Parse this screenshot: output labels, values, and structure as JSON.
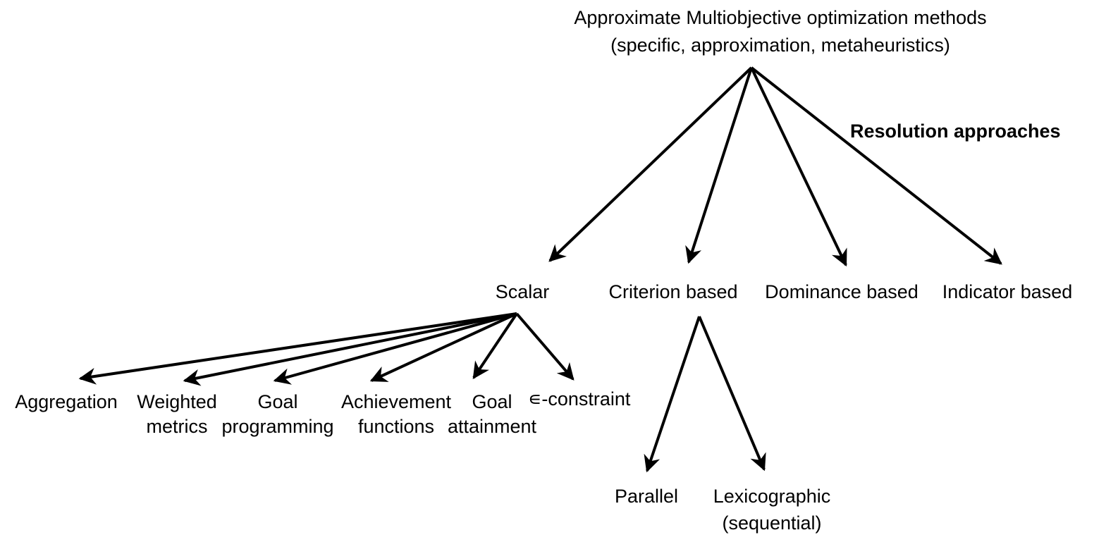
{
  "diagram": {
    "root": {
      "line1": "Approximate Multiobjective optimization methods",
      "line2": "(specific, approximation, metaheuristics)"
    },
    "edge_label": "Resolution approaches",
    "approaches": {
      "scalar": "Scalar",
      "criterion": "Criterion based",
      "dominance": "Dominance based",
      "indicator": "Indicator based"
    },
    "scalar_methods": {
      "aggregation": "Aggregation",
      "weighted_1": "Weighted",
      "weighted_2": "metrics",
      "goalprog_1": "Goal",
      "goalprog_2": "programming",
      "achievement_1": "Achievement",
      "achievement_2": "functions",
      "goalatt_1": "Goal",
      "goalatt_2": "attainment",
      "constraint": "∊-constraint"
    },
    "criterion_methods": {
      "parallel": "Parallel",
      "lexico_1": "Lexicographic",
      "lexico_2": "(sequential)"
    },
    "colors": {
      "line": "#000000",
      "text": "#000000",
      "background": "#ffffff"
    }
  }
}
